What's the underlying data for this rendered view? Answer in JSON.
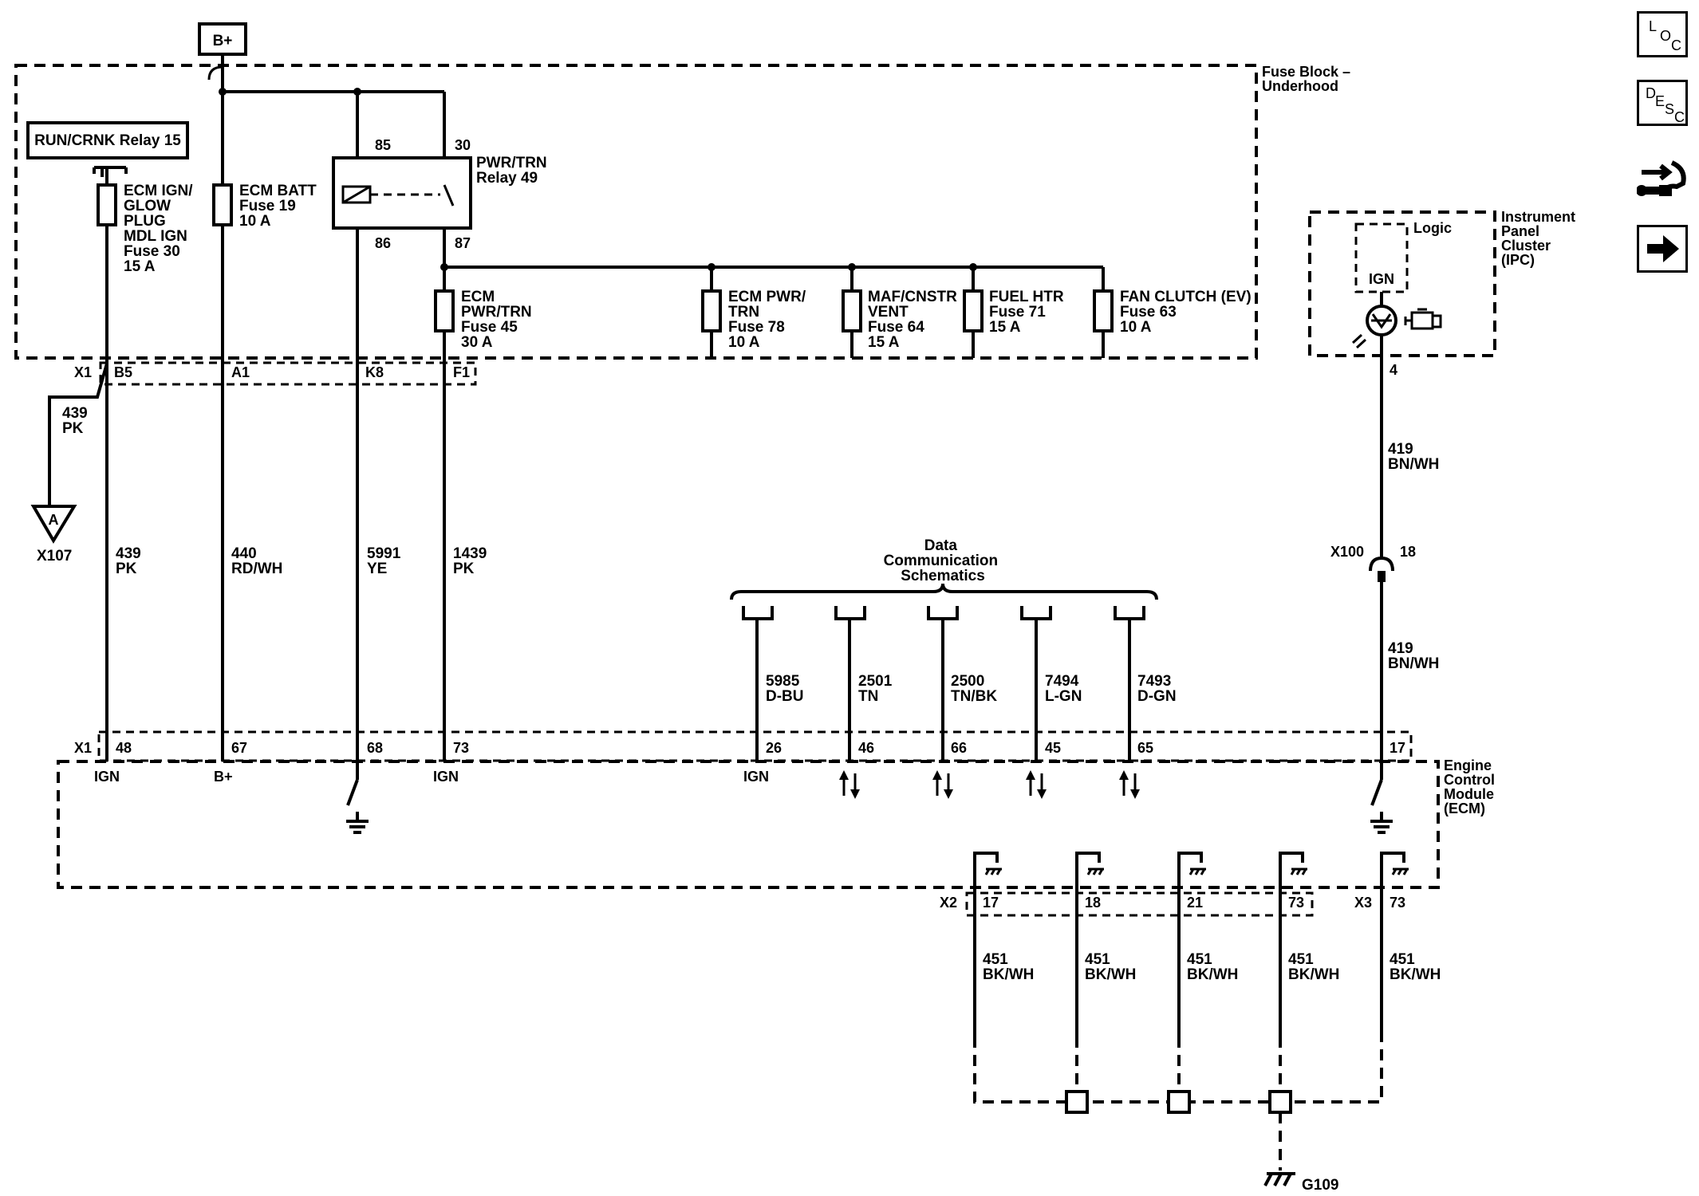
{
  "power_source": "B+",
  "fuse_block": {
    "name_line1": "Fuse Block –",
    "name_line2": "Underhood"
  },
  "run_crnk_relay": "RUN/CRNK Relay 15",
  "fuse30": [
    "ECM IGN/",
    "GLOW",
    "PLUG",
    "MDL IGN",
    "Fuse 30",
    "15 A"
  ],
  "fuse19": [
    "ECM BATT",
    "Fuse 19",
    "10 A"
  ],
  "relay49": {
    "name": [
      "PWR/TRN",
      "Relay 49"
    ],
    "pins": [
      "85",
      "30",
      "86",
      "87"
    ]
  },
  "fuse45": [
    "ECM",
    "PWR/TRN",
    "Fuse 45",
    "30 A"
  ],
  "fuse78": [
    "ECM PWR/",
    "TRN",
    "Fuse 78",
    "10 A"
  ],
  "fuse64": [
    "MAF/CNSTR",
    "VENT",
    "Fuse 64",
    "15 A"
  ],
  "fuse71": [
    "FUEL HTR",
    "Fuse 71",
    "15 A"
  ],
  "fuse63": [
    "FAN CLUTCH (EV)",
    "Fuse 63",
    "10 A"
  ],
  "connector_top": {
    "name": "X1",
    "pins": [
      "B5",
      "A1",
      "K8",
      "F1"
    ]
  },
  "splice": {
    "circuit": "439",
    "color": "PK",
    "letter": "A",
    "name": "X107"
  },
  "wires_mid": [
    {
      "circuit": "439",
      "color": "PK"
    },
    {
      "circuit": "440",
      "color": "RD/WH"
    },
    {
      "circuit": "5991",
      "color": "YE"
    },
    {
      "circuit": "1439",
      "color": "PK"
    }
  ],
  "ipc": {
    "name": [
      "Instrument",
      "Panel",
      "Cluster",
      "(IPC)"
    ],
    "logic": "Logic",
    "ign": "IGN",
    "pin": "4"
  },
  "wire_ipc_top": {
    "circuit": "419",
    "color": "BN/WH"
  },
  "x100": {
    "name": "X100",
    "pin": "18"
  },
  "wire_ipc_bottom": {
    "circuit": "419",
    "color": "BN/WH"
  },
  "data_comm": [
    "Data",
    "Communication",
    "Schematics"
  ],
  "data_wires": [
    {
      "circuit": "5985",
      "color": "D-BU"
    },
    {
      "circuit": "2501",
      "color": "TN"
    },
    {
      "circuit": "2500",
      "color": "TN/BK"
    },
    {
      "circuit": "7494",
      "color": "L-GN"
    },
    {
      "circuit": "7493",
      "color": "D-GN"
    }
  ],
  "ecm_connector": {
    "name": "X1",
    "pins": [
      "48",
      "67",
      "68",
      "73",
      "26",
      "46",
      "66",
      "45",
      "65",
      "17"
    ]
  },
  "ecm": {
    "name": [
      "Engine",
      "Control",
      "Module",
      "(ECM)"
    ],
    "inputs": [
      "IGN",
      "B+",
      "IGN",
      "IGN"
    ]
  },
  "x2": {
    "name": "X2",
    "pins": [
      "17",
      "18",
      "21",
      "73"
    ]
  },
  "x3": {
    "name": "X3",
    "pin": "73"
  },
  "ground_wires": [
    {
      "circuit": "451",
      "color": "BK/WH"
    },
    {
      "circuit": "451",
      "color": "BK/WH"
    },
    {
      "circuit": "451",
      "color": "BK/WH"
    },
    {
      "circuit": "451",
      "color": "BK/WH"
    },
    {
      "circuit": "451",
      "color": "BK/WH"
    }
  ],
  "ground_point": "G109",
  "nav": {
    "loc": [
      "L",
      "O",
      "C"
    ],
    "desc": [
      "D",
      "E",
      "S",
      "C"
    ]
  }
}
